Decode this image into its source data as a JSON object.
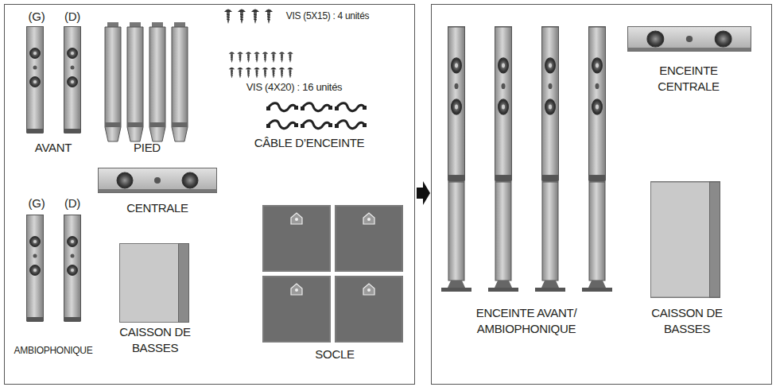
{
  "diagram": {
    "labels": [
      "(G)",
      "(D)",
      "VIS (5X15) : 4 unités",
      "AVANT",
      "PIED",
      "VIS (4X20) : 16 unités",
      "CÂBLE D’ENCEINTE",
      "CENTRALE",
      "(G)",
      "(D)",
      "AMBIOPHONIQUE",
      "CAISSON DE BASSES",
      "SOCLE",
      "ENCEINTE CENTRALE",
      "ENCEINTE AVANT/ AMBIOPHONIQUE",
      "CAISSON DE BASSES"
    ]
  }
}
